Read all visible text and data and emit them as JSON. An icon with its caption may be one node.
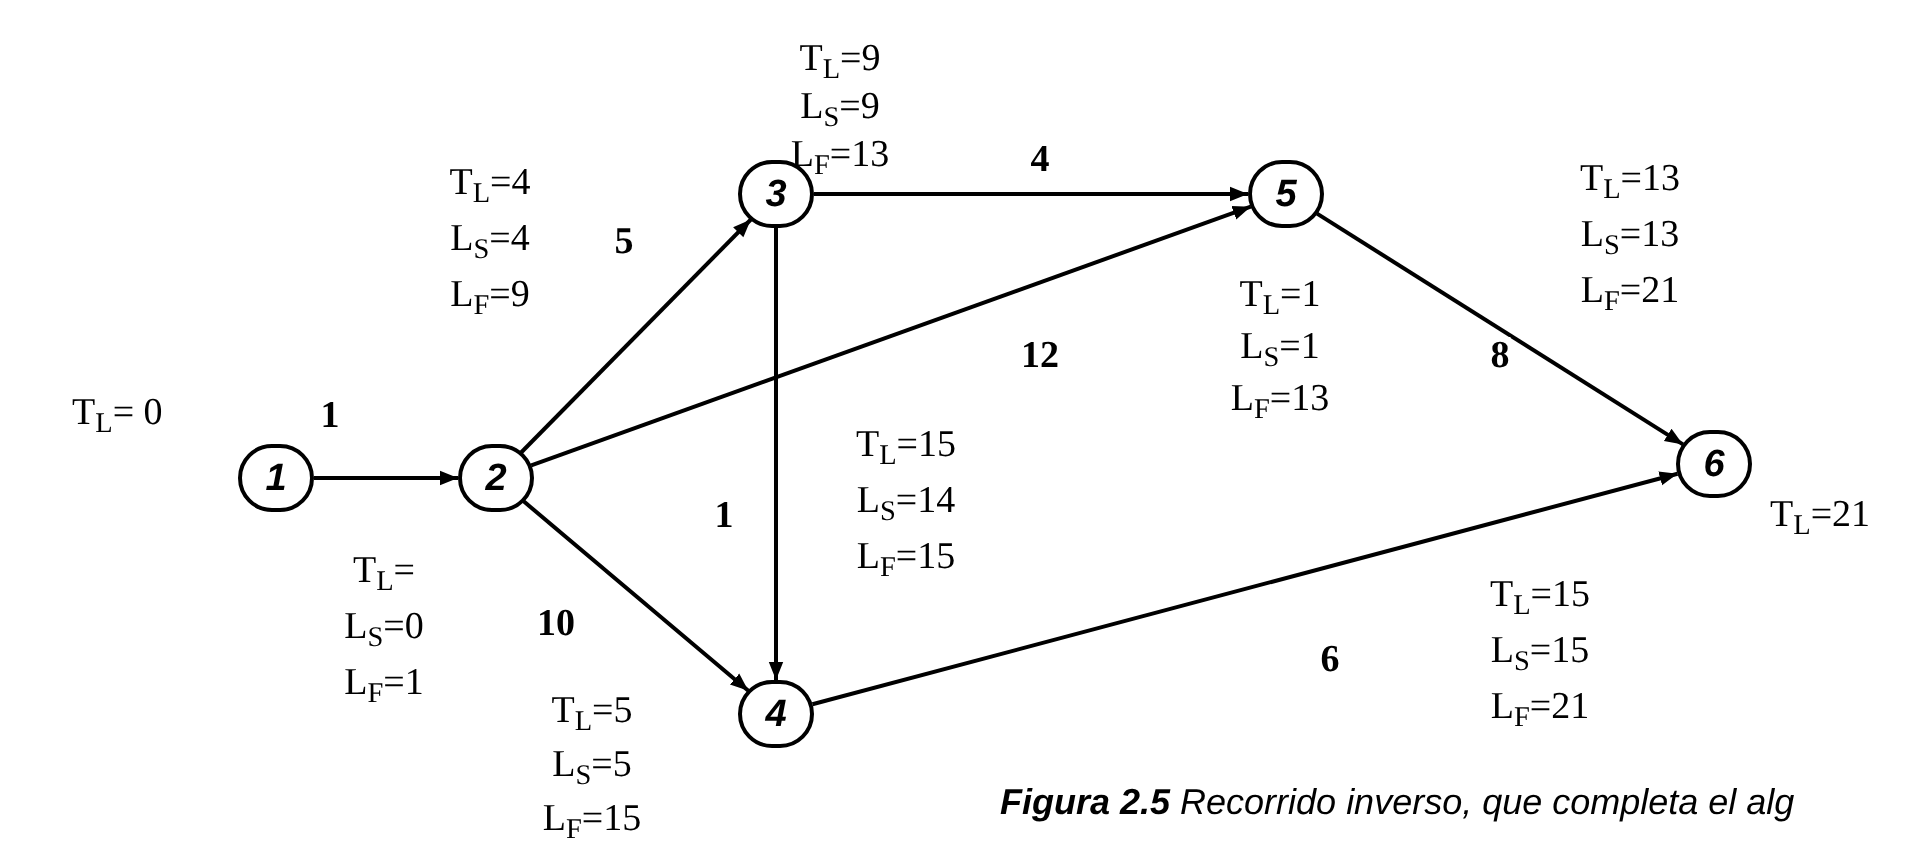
{
  "diagram": {
    "caption": "**Figura 2.5** Recorrido inverso, que completa el alg",
    "nodes": [
      {
        "text": [
          "1"
        ],
        "beside": [
          "T$_{L}$= 0"
        ]
      },
      {
        "text": [
          "2"
        ]
      },
      {
        "text": [
          "3"
        ]
      },
      {
        "text": [
          "4"
        ]
      },
      {
        "text": [
          "5"
        ]
      },
      {
        "text": [
          "6"
        ],
        "beside": [
          "T$_{L}$=21"
        ]
      }
    ],
    "edges": [
      {
        "from": 0,
        "to": 1,
        "arrow": "to",
        "label": "1"
      },
      {
        "from": 1,
        "to": 2,
        "arrow": "to",
        "label": "5"
      },
      {
        "from": 1,
        "to": 4,
        "arrow": "to",
        "label": "12"
      },
      {
        "from": 1,
        "to": 3,
        "arrow": "to",
        "label": "10"
      },
      {
        "from": 2,
        "to": 4,
        "arrow": "to",
        "label": "4"
      },
      {
        "from": 2,
        "to": 3,
        "arrow": "to",
        "label": "1"
      },
      {
        "from": 4,
        "to": 5,
        "arrow": "to",
        "label": "8"
      },
      {
        "from": 3,
        "to": 5,
        "arrow": "to",
        "label": "6"
      }
    ],
    "labels": [
      "T$_{L}$=9",
      "L$_{S}$=9",
      "L$_{F}$=13",
      "T$_{L}$=4",
      "L$_{S}$=4",
      "L$_{F}$=9",
      "T$_{L}$=13",
      "L$_{S}$=13",
      "L$_{F}$=21",
      "T$_{L}$=1",
      "L$_{S}$=1",
      "L$_{F}$=13",
      "T$_{L}$=15",
      "L$_{S}$=14",
      "L$_{F}$=15",
      "T$_{L}$=",
      "L$_{S}$=0",
      "L$_{F}$=1",
      "T$_{L}$=15",
      "L$_{S}$=15",
      "L$_{F}$=21",
      "T$_{L}$=5",
      "L$_{S}$=5",
      "L$_{F}$=15"
    ]
  }
}
